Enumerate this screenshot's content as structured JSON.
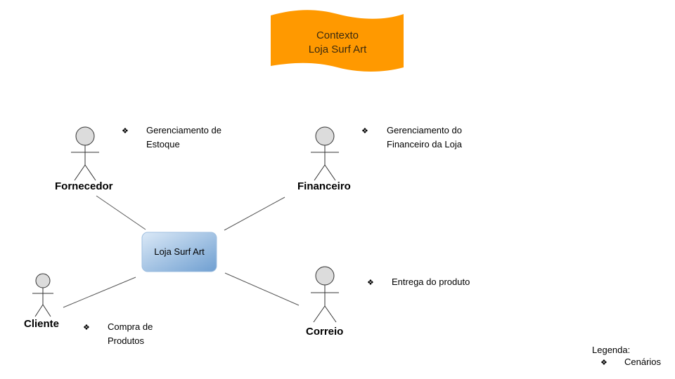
{
  "title": {
    "line1": "Contexto",
    "line2": "Loja Surf Art",
    "color": "#ff9900"
  },
  "system": {
    "label": "Loja Surf Art"
  },
  "actors": [
    {
      "name": "Fornecedor",
      "scenario": "Gerenciamento de\nEstoque"
    },
    {
      "name": "Financeiro",
      "scenario": "Gerenciamento do\nFinanceiro da Loja"
    },
    {
      "name": "Cliente",
      "scenario": "Compra de\nProdutos"
    },
    {
      "name": "Correio",
      "scenario": "Entrega do produto"
    }
  ],
  "legend": {
    "title": "Legenda:",
    "item": "Cenários"
  },
  "bullet_glyph": "❖"
}
